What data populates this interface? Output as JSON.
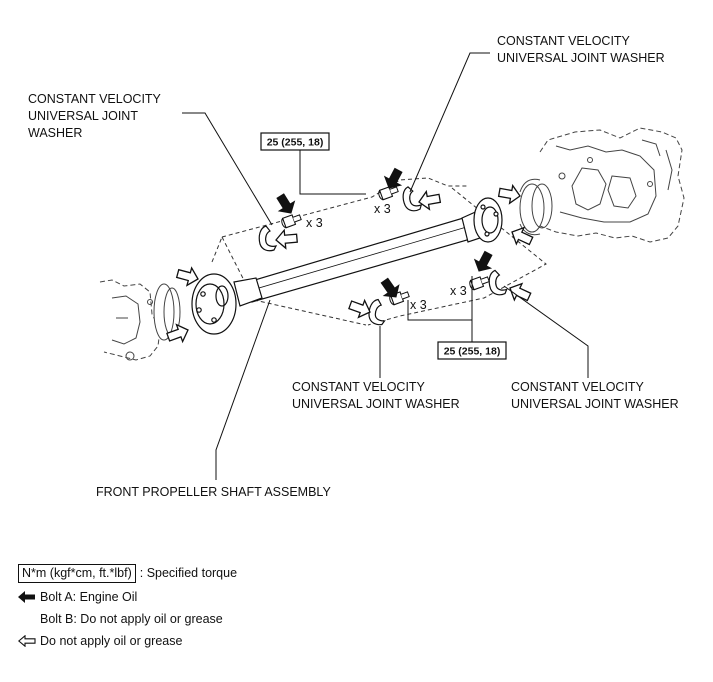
{
  "labels": {
    "washer_top_left": [
      "CONSTANT VELOCITY",
      "UNIVERSAL JOINT",
      "WASHER"
    ],
    "washer_top_right": [
      "CONSTANT VELOCITY",
      "UNIVERSAL JOINT WASHER"
    ],
    "washer_bottom_center": [
      "CONSTANT VELOCITY",
      "UNIVERSAL JOINT WASHER"
    ],
    "washer_bottom_right": [
      "CONSTANT VELOCITY",
      "UNIVERSAL JOINT WASHER"
    ],
    "shaft_assembly": "FRONT PROPELLER SHAFT ASSEMBLY"
  },
  "torque": {
    "top": "25 (255, 18)",
    "bottom": "25 (255, 18)"
  },
  "counts": {
    "left_bolt": "x 3",
    "top_bolt": "x 3",
    "center_bolt": "x 3",
    "right_bolt": "x 3"
  },
  "legend": {
    "torque_unit": "N*m (kgf*cm, ft.*lbf)",
    "torque_desc": ": Specified torque",
    "bolt_a": "Bolt A: Engine Oil",
    "bolt_b": "Bolt B: Do not apply oil or grease",
    "no_oil": "Do not apply oil or grease"
  },
  "icons": {
    "apply_oil": "filled-arrow-icon",
    "no_oil": "outline-arrow-icon"
  }
}
